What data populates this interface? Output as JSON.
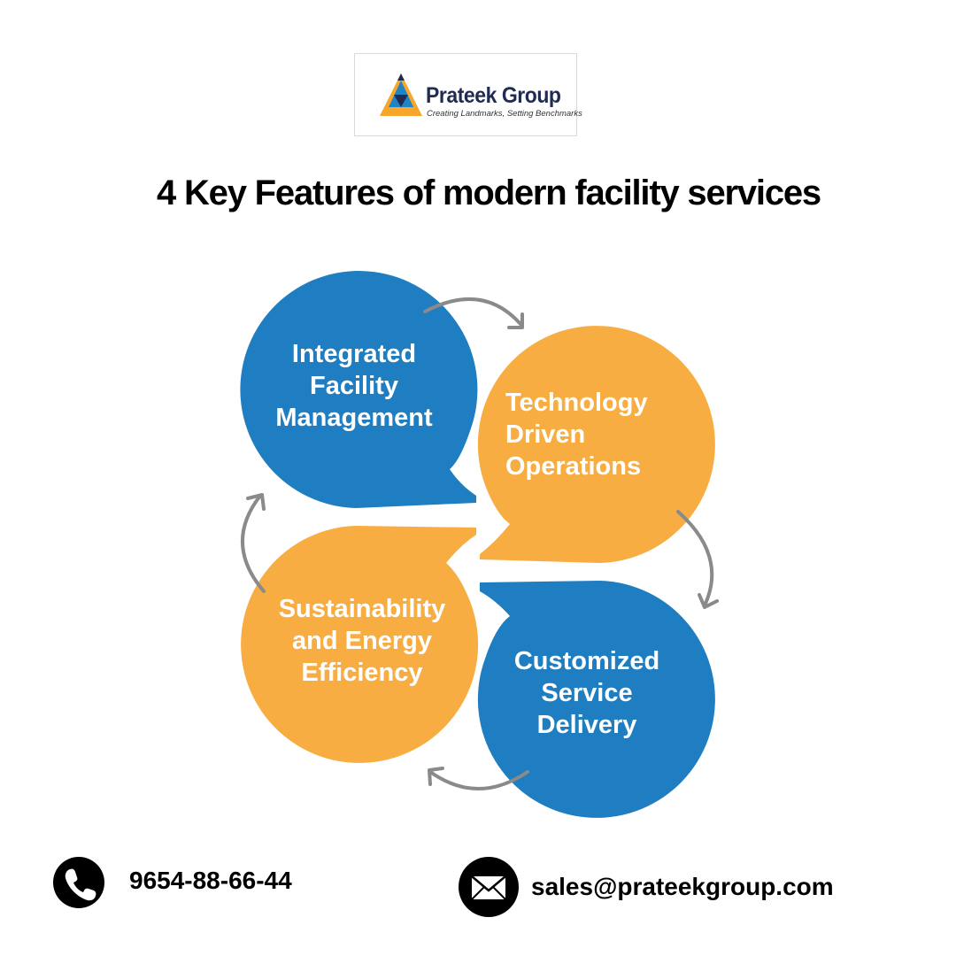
{
  "brand": {
    "name": "Prateek Group",
    "tagline": "Creating Landmarks, Setting Benchmarks",
    "colors": {
      "orange": "#f5a62b",
      "blue": "#1e84c6",
      "navy": "#1f2b52"
    }
  },
  "title": "4 Key Features of modern facility services",
  "features": [
    {
      "lines": [
        "Integrated",
        "Facility",
        "Management"
      ],
      "color": "#1f7dc1"
    },
    {
      "lines": [
        "Technology",
        "Driven",
        "Operations"
      ],
      "color": "#f7ad42"
    },
    {
      "lines": [
        "Customized",
        "Service",
        "Delivery"
      ],
      "color": "#1f7dc1"
    },
    {
      "lines": [
        "Sustainability",
        "and Energy",
        "Efficiency"
      ],
      "color": "#f7ad42"
    }
  ],
  "contact": {
    "phone": "9654-88-66-44",
    "phone_icon": "phone-icon",
    "email": "sales@prateekgroup.com",
    "email_icon": "envelope-icon"
  }
}
